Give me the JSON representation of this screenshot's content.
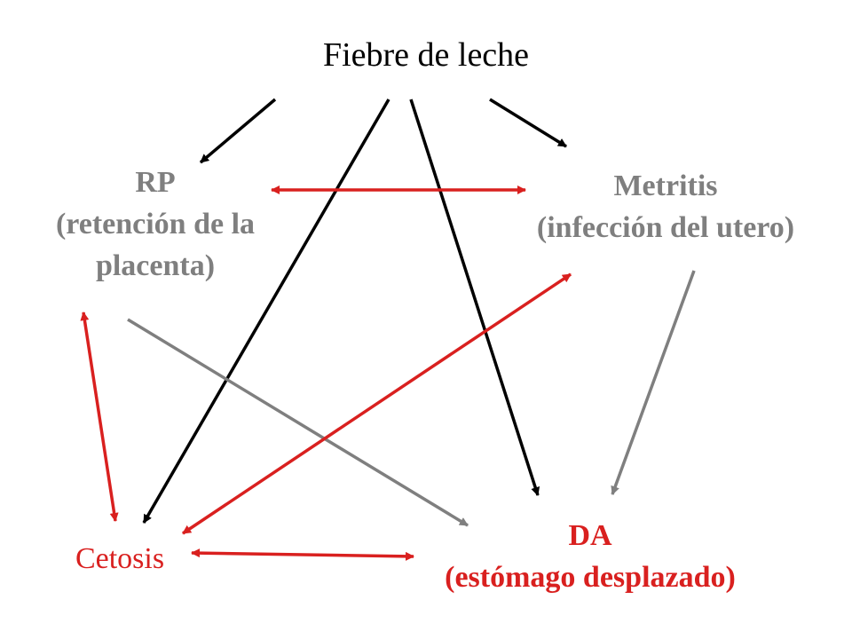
{
  "nodes": {
    "fiebre": "Fiebre de leche",
    "rp_title": "RP",
    "rp_sub1": "(retención de la",
    "rp_sub2": "placenta)",
    "metritis_title": "Metritis",
    "metritis_sub": "(infección del utero)",
    "cetosis": "Cetosis",
    "da_title": "DA",
    "da_sub": "(estómago desplazado)"
  },
  "colors": {
    "black_arrow": "#000000",
    "gray_arrow": "#7f7f7f",
    "red_arrow": "#d9201f",
    "gray_text": "#7f7f7f",
    "red_text": "#d9201f"
  }
}
